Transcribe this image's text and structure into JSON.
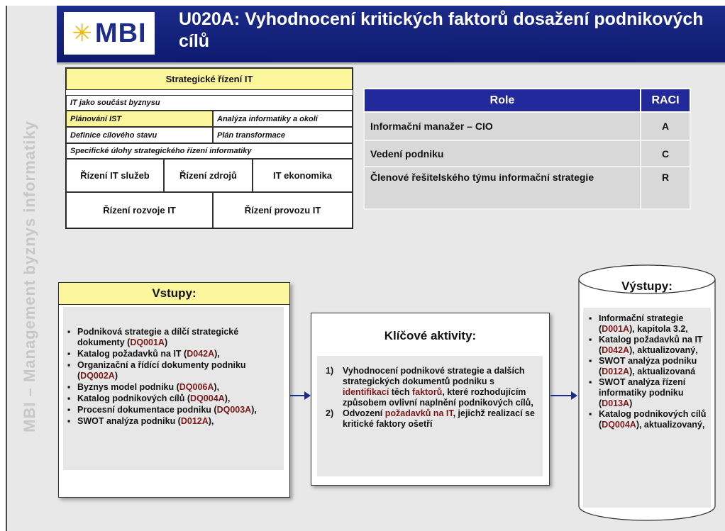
{
  "header": {
    "logo_text": "MBI",
    "title": "U020A: Vyhodnocení kritických faktorů dosažení podnikových cílů"
  },
  "sidebar_text": "MBI – Management byznys informatiky",
  "org": {
    "top": "Strategické řízení IT",
    "row1": "IT jako součást byznysu",
    "row2a": "Plánování IST",
    "row2b": "Analýza informatiky a okolí",
    "row3a": "Definice cílového stavu",
    "row3b": "Plán transformace",
    "row4": "Specifické úlohy strategického řízení informatiky",
    "row5a": "Řízení IT služeb",
    "row5b": "Řízení  zdrojů",
    "row5c": "IT ekonomika",
    "row6a": "Řízení rozvoje IT",
    "row6b": "Řízení provozu IT"
  },
  "raci": {
    "head_role": "Role",
    "head_raci": "RACI",
    "rows": [
      {
        "role": "Informační manažer – CIO",
        "raci": "A"
      },
      {
        "role": "Vedení podniku",
        "raci": "C"
      },
      {
        "role": "Členové řešitelského týmu informační strategie",
        "raci": "R"
      }
    ]
  },
  "vstupy": {
    "title": "Vstupy:",
    "items": [
      {
        "text": "Podniková strategie a dílčí strategické dokumenty (",
        "code": "DQ001A",
        "tail": ")"
      },
      {
        "text": "Katalog požadavků na IT (",
        "code": "D042A",
        "tail": "),"
      },
      {
        "text": "Organizační a řídící dokumenty podniku (",
        "code": "DQ002A",
        "tail": ")"
      },
      {
        "text": "Byznys model podniku (",
        "code": "DQ006A",
        "tail": "),"
      },
      {
        "text": "Katalog podnikových cílů (",
        "code": "DQ004A",
        "tail": "),"
      },
      {
        "text": "Procesní dokumentace podniku (",
        "code": "DQ003A",
        "tail": "),"
      },
      {
        "text": "SWOT analýza podniku (",
        "code": "D012A",
        "tail": "),"
      }
    ]
  },
  "aktivity": {
    "title": "Klíčové aktivity:",
    "s1_num": "1)",
    "s1_a": "Vyhodnocení podnikové strategie a dalších strategických dokumentů podniku s ",
    "s1_hl1": "identifikací",
    "s1_b": " těch ",
    "s1_hl2": "faktorů",
    "s1_c": ", které rozhodujícím způsobem ovlivní naplnění podnikových cílů,",
    "s2_num": "2)",
    "s2_a": "Odvození ",
    "s2_hl": "požadavků na IT",
    "s2_b": ", jejichž realizací se kritické faktory ošetří"
  },
  "vystupy": {
    "title": "Výstupy:",
    "items": [
      {
        "text": "Informační strategie (",
        "code": "D001A",
        "tail": "), kapitola 3.2,"
      },
      {
        "text": "Katalog požadavků na IT (",
        "code": "D042A",
        "tail": "), aktualizovaný,"
      },
      {
        "text": "SWOT analýza podniku (",
        "code": "D012A",
        "tail": "), aktualizovaná"
      },
      {
        "text": "SWOT analýza řízení informatiky podniku (",
        "code": "D013A",
        "tail": ")"
      },
      {
        "text": "Katalog podnikových cílů (",
        "code": "DQ004A",
        "tail": "), aktualizovaný,"
      }
    ]
  },
  "colors": {
    "header_bg": "#1d2b8a",
    "highlight": "#fbf59c",
    "code_color": "#7b1a1a",
    "sidebar_text": "#c7c7c7"
  }
}
